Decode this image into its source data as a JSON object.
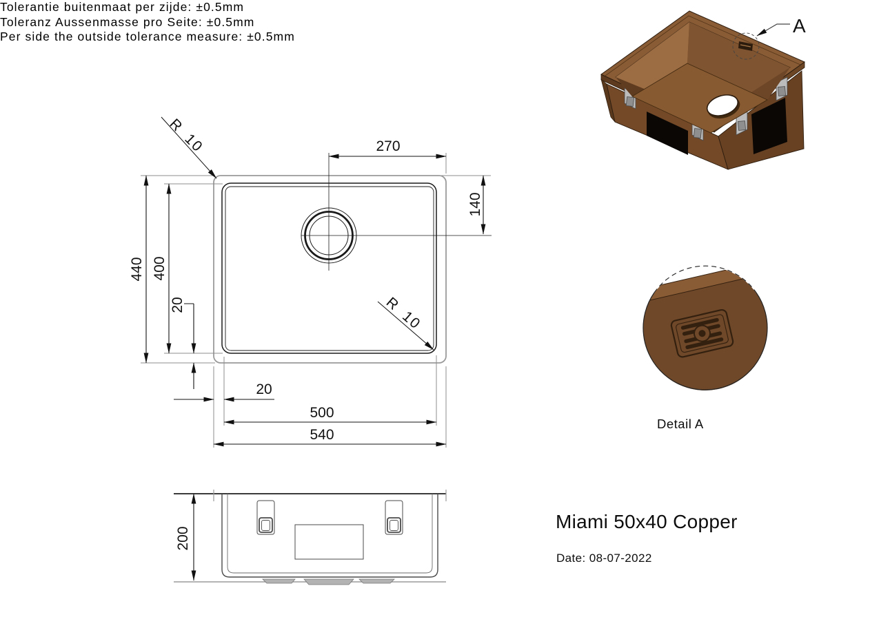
{
  "plan_view": {
    "dim_270": "270",
    "dim_140": "140",
    "dim_440": "440",
    "dim_400": "400",
    "dim_20_side": "20",
    "dim_20_bottom": "20",
    "dim_500": "500",
    "dim_540": "540",
    "radius_top_left": "R 10",
    "radius_bottom_right": "R 10"
  },
  "side_view": {
    "dim_200": "200"
  },
  "iso_view": {
    "callout_label": "A"
  },
  "detail_view": {
    "label": "Detail A"
  },
  "title_block": {
    "title": "Miami 50x40 Copper",
    "date": "Date: 08-07-2022",
    "tolerance_lines": [
      "Tolerantie buitenmaat per zijde: ±0.5mm",
      "Toleranz Aussenmasse pro Seite: ±0.5mm",
      "Per side the outside tolerance measure: ±0.5mm"
    ]
  },
  "colors": {
    "line_black": "#1a1a1a",
    "line_gray": "#9a9a9a",
    "copper_rim": "#8a5c36",
    "copper_body": "#734928",
    "copper_dark": "#5f3c20",
    "copper_light_wall": "#9c6c42",
    "copper_floor": "#875a31",
    "clip_gray": "#bcbcbc",
    "cutout_black": "#0a0705"
  }
}
